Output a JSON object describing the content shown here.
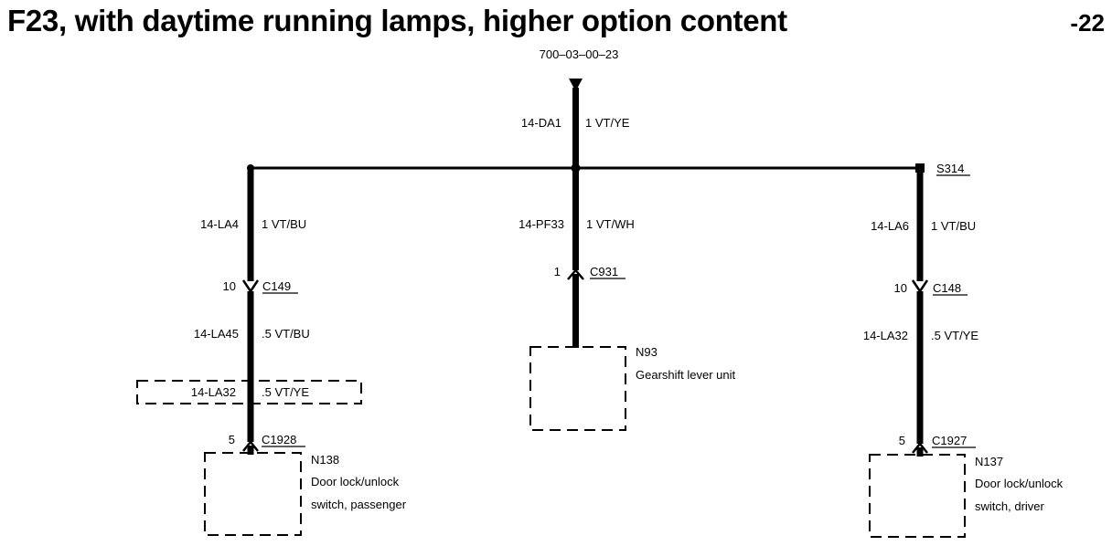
{
  "title": "F23, with daytime running lamps, higher option content",
  "page_number": "-22",
  "source_ref": "700–03–00–23",
  "top_wire": {
    "circuit": "14-DA1",
    "color": "1 VT/YE"
  },
  "splice": {
    "label": "S314"
  },
  "branches": {
    "left": {
      "wire1": {
        "circuit": "14-LA4",
        "color": "1 VT/BU"
      },
      "connector1": {
        "pin": "10",
        "name": "C149"
      },
      "wire2": {
        "circuit": "14-LA45",
        "color": ".5 VT/BU"
      },
      "alt_wire": {
        "circuit": "14-LA32",
        "color": ".5 VT/YE"
      },
      "connector2": {
        "pin": "5",
        "name": "C1928"
      },
      "component": {
        "id": "N138",
        "line1": "Door lock/unlock",
        "line2": "switch, passenger"
      }
    },
    "middle": {
      "wire1": {
        "circuit": "14-PF33",
        "color": "1 VT/WH"
      },
      "connector1": {
        "pin": "1",
        "name": "C931"
      },
      "component": {
        "id": "N93",
        "line1": "Gearshift lever unit"
      }
    },
    "right": {
      "wire1": {
        "circuit": "14-LA6",
        "color": "1 VT/BU"
      },
      "connector1": {
        "pin": "10",
        "name": "C148"
      },
      "wire2": {
        "circuit": "14-LA32",
        "color": ".5 VT/YE"
      },
      "connector2": {
        "pin": "5",
        "name": "C1927"
      },
      "component": {
        "id": "N137",
        "line1": "Door lock/unlock",
        "line2": "switch, driver"
      }
    }
  }
}
